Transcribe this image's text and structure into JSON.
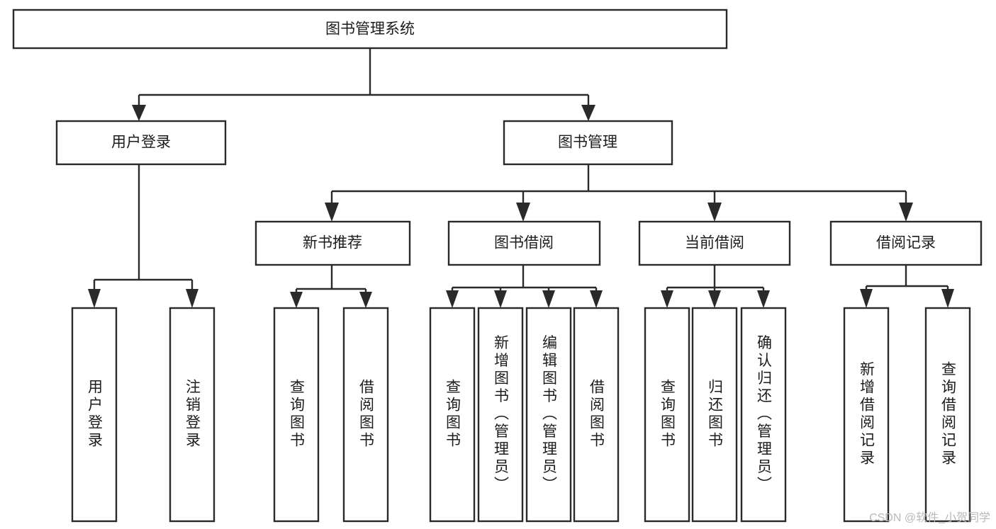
{
  "diagram": {
    "title": "图书管理系统",
    "type": "tree-hierarchy-diagram",
    "root": {
      "id": "root",
      "label": "图书管理系统",
      "orientation": "horizontal"
    },
    "level2": [
      {
        "id": "user-login",
        "label": "用户登录",
        "orientation": "horizontal"
      },
      {
        "id": "book-management",
        "label": "图书管理",
        "orientation": "horizontal"
      }
    ],
    "level3": [
      {
        "id": "new-book-recommend",
        "label": "新书推荐",
        "orientation": "horizontal"
      },
      {
        "id": "book-borrow",
        "label": "图书借阅",
        "orientation": "horizontal"
      },
      {
        "id": "current-borrow",
        "label": "当前借阅",
        "orientation": "horizontal"
      },
      {
        "id": "borrow-record",
        "label": "借阅记录",
        "orientation": "horizontal"
      }
    ],
    "leaves": {
      "user-login": [
        {
          "id": "leaf-user-login",
          "label": "用户登录",
          "orientation": "vertical"
        },
        {
          "id": "leaf-logout-login",
          "label": "注销登录",
          "orientation": "vertical"
        }
      ],
      "new-book-recommend": [
        {
          "id": "leaf-query-book-1",
          "label": "查询图书",
          "orientation": "vertical"
        },
        {
          "id": "leaf-borrow-book-1",
          "label": "借阅图书",
          "orientation": "vertical"
        }
      ],
      "book-borrow": [
        {
          "id": "leaf-query-book-2",
          "label": "查询图书",
          "orientation": "vertical"
        },
        {
          "id": "leaf-add-book-admin",
          "label": "新增图书（管理员）",
          "orientation": "vertical"
        },
        {
          "id": "leaf-edit-book-admin",
          "label": "编辑图书（管理员）",
          "orientation": "vertical"
        },
        {
          "id": "leaf-borrow-book-2",
          "label": "借阅图书",
          "orientation": "vertical"
        }
      ],
      "current-borrow": [
        {
          "id": "leaf-query-book-3",
          "label": "查询图书",
          "orientation": "vertical"
        },
        {
          "id": "leaf-return-book",
          "label": "归还图书",
          "orientation": "vertical"
        },
        {
          "id": "leaf-confirm-return-admin",
          "label": "确认归还（管理员）",
          "orientation": "vertical"
        }
      ],
      "borrow-record": [
        {
          "id": "leaf-add-borrow-record",
          "label": "新增借阅记录",
          "orientation": "vertical"
        },
        {
          "id": "leaf-query-borrow-record",
          "label": "查询借阅记录",
          "orientation": "vertical"
        }
      ]
    }
  },
  "watermark": {
    "label": "CSDN @软件_小贺同学"
  },
  "colors": {
    "box_stroke": "#2a2a2a",
    "box_fill": "#ffffff",
    "text": "#1c1c1c",
    "watermark": "#b9b9b9",
    "background": "#ffffff"
  }
}
